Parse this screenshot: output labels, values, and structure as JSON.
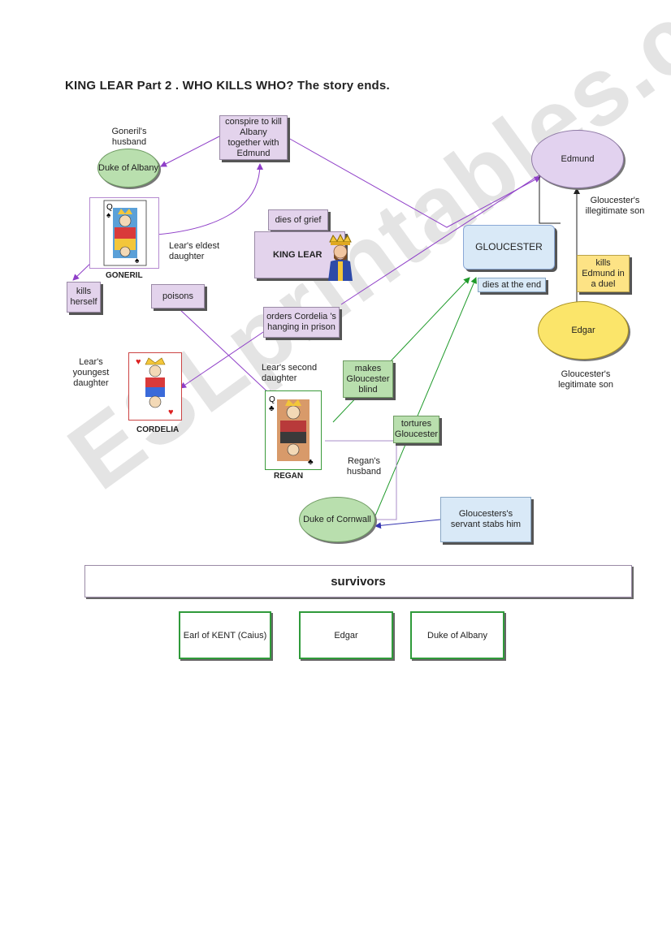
{
  "title": "KING LEAR Part 2 . WHO KILLS WHO? The story ends.",
  "nodes": {
    "conspire": "conspire to kill Albany together with Edmund",
    "goneril_husband_label": "Goneril's husband",
    "duke_albany": "Duke of Albany",
    "edmund": "Edmund",
    "glou_illegit_label": "Gloucester's illegitimate son",
    "dies_grief": "dies of grief",
    "king_lear": "KING LEAR",
    "gloucester": "GLOUCESTER",
    "dies_end": "dies at the end",
    "kills_edmund": "kills Edmund in a duel",
    "lear_eldest": "Lear's eldest daughter",
    "goneril": "GONERIL",
    "kills_herself": "kills herself",
    "poisons": "poisons",
    "orders_cordelia": "orders Cordelia 's hanging in prison",
    "edgar": "Edgar",
    "glou_legit_label": "Gloucester's legitimate son",
    "lear_youngest": "Lear's youngest daughter",
    "cordelia": "CORDELIA",
    "lear_second": "Lear's second daughter",
    "makes_blind": "makes Gloucester blind",
    "tortures": "tortures Gloucester",
    "regan": "REGAN",
    "regan_husband": "Regan's husband",
    "duke_cornwall": "Duke of Cornwall",
    "servant": "Gloucesters's servant stabs him"
  },
  "survivors": {
    "heading": "survivors",
    "items": [
      "Earl of KENT (Caius)",
      "Edgar",
      "Duke of Albany"
    ]
  },
  "watermark": "ESLprintables.com",
  "colors": {
    "purple_arrow": "#8f3fc8",
    "green_arrow": "#1f9a2a",
    "blue_arrow": "#3535b0",
    "pink_box": "#e3d3ec",
    "green_box": "#b9dfae",
    "yellow_oval": "#fbe56a",
    "lilac_oval": "#e2d2ef"
  }
}
